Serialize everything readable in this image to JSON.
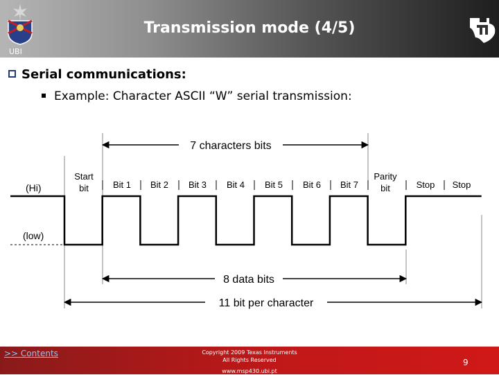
{
  "slide": {
    "title": "Transmission mode (4/5)",
    "org": "UBI",
    "bullet1": "Serial communications:",
    "bullet2": "Example: Character ASCII “W” serial transmission:"
  },
  "diagram": {
    "label_char_bits": "7 characters bits",
    "label_data_bits": "8 data bits",
    "label_total": "11 bit per character",
    "level_hi": "(Hi)",
    "level_low": "(low)",
    "start_line1": "Start",
    "start_line2": "bit",
    "parity_line1": "Parity",
    "parity_line2": "bit",
    "bits": [
      "Bit 1",
      "Bit 2",
      "Bit 3",
      "Bit 4",
      "Bit 5",
      "Bit 6",
      "Bit 7"
    ],
    "stop1": "Stop",
    "stop2": "Stop",
    "waveform_levels": [
      0,
      1,
      0,
      1,
      0,
      1,
      0,
      1,
      0,
      1,
      1
    ]
  },
  "footer": {
    "contents_link": ">> Contents",
    "copyright_line1": "Copyright  2009 Texas Instruments",
    "copyright_line2": "All Rights Reserved",
    "url": "www.msp430.ubi.pt",
    "page": "9"
  },
  "colors": {
    "footer_red": "#c01818",
    "header_dark": "#1e1e1e",
    "bullet_blue": "#1f3b7a"
  },
  "icons": [
    "ubi-crest-logo",
    "texas-instruments-logo"
  ]
}
